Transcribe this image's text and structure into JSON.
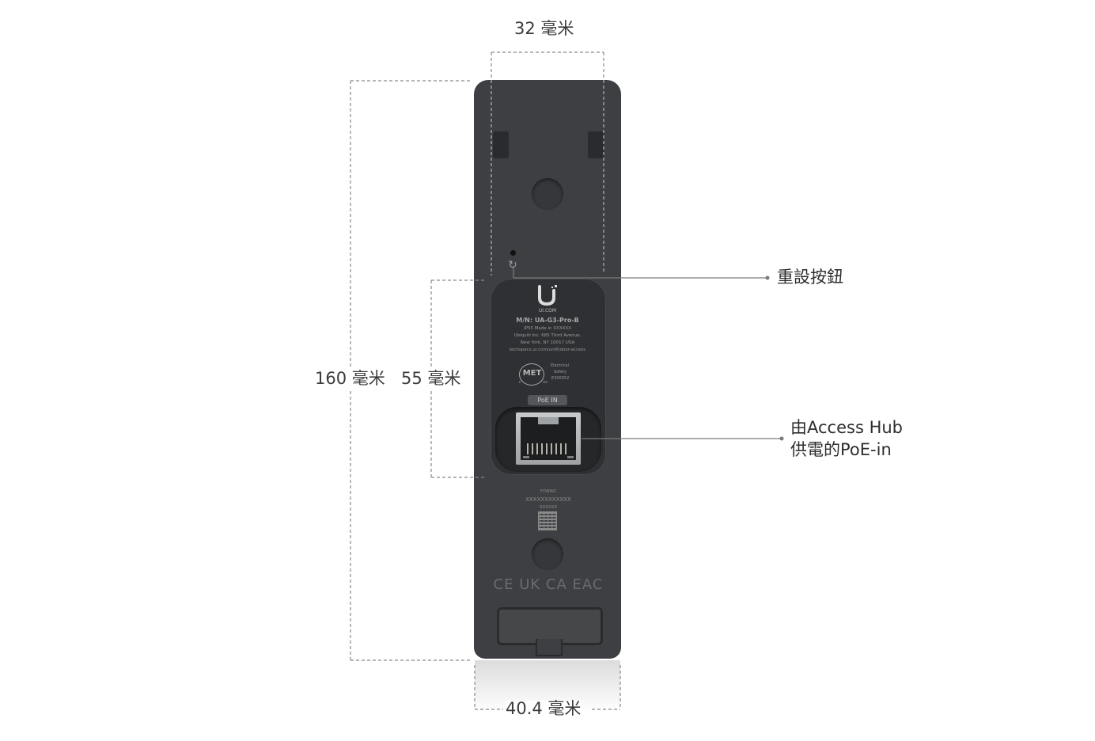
{
  "dimensions": {
    "top_width": "32 毫米",
    "total_height": "160 毫米",
    "panel_height": "55 毫米",
    "bottom_width": "40.4 毫米"
  },
  "callouts": {
    "reset": "重設按鈕",
    "poe_line1": "由Access Hub",
    "poe_line2": "供電的PoE-in"
  },
  "label": {
    "brand": "UI.COM",
    "model": "M/N: UA-G3-Pro-B",
    "line1": "IP55    Made in XXXXXX",
    "line2": "Ubiquiti Inc. 685 Third Avenue,",
    "line3": "New York, NY 10017 USA",
    "line4": "techspecs.ui.com/unifi/door-access",
    "met": "MET",
    "met_c": "c",
    "met_us": "us",
    "met_text1": "Electrical",
    "met_text2": "Safety",
    "met_text3": "E300052",
    "poe_tag": "PoE IN",
    "serial1": "YYWWC",
    "serial2": "XXXXXXXXXXXX",
    "serial3": "XXXXXX",
    "cert": "CE UK CA EAC"
  },
  "colors": {
    "device": "#3d3f42",
    "panel": "#2f3033",
    "guide": "#8a8a8a"
  }
}
